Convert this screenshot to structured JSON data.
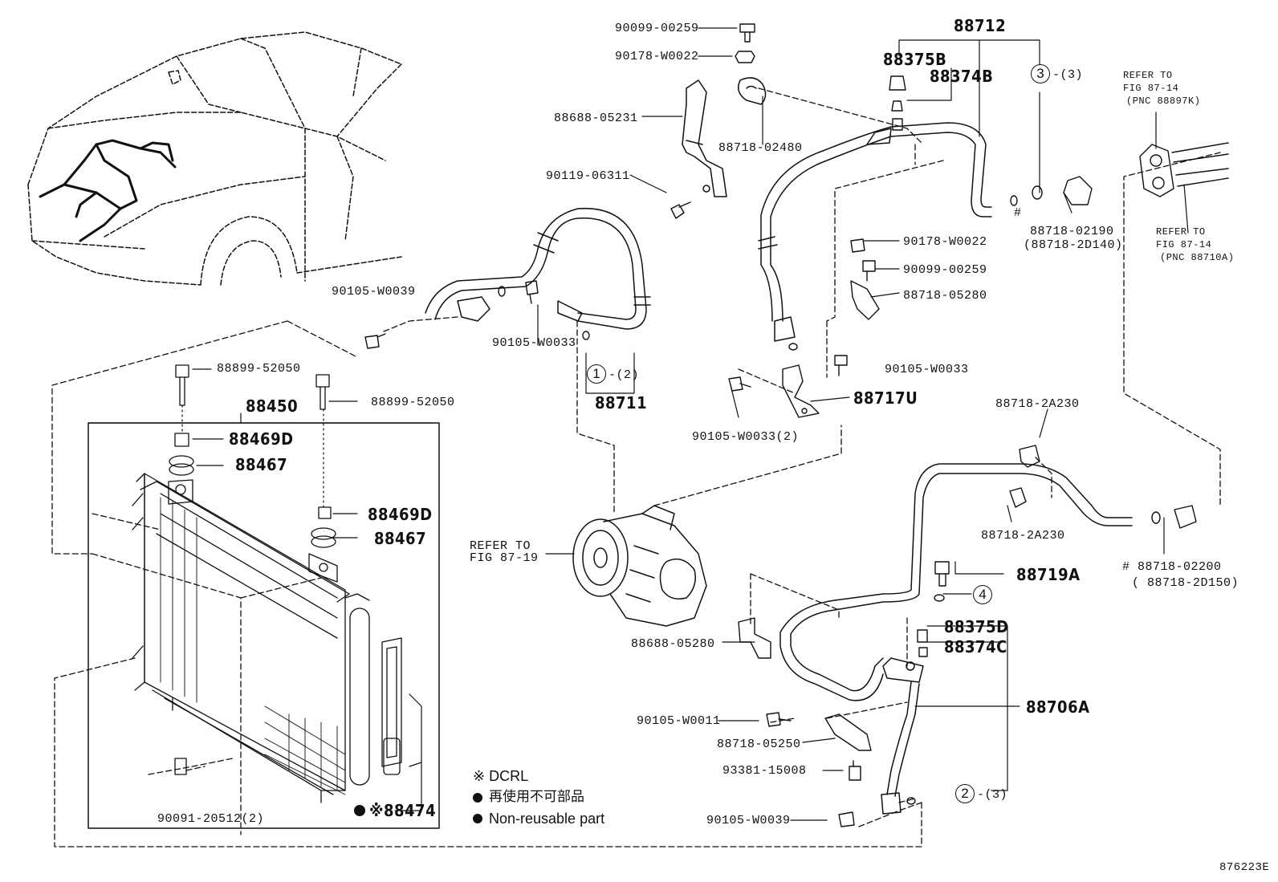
{
  "parts": {
    "p90099_top": "90099-00259",
    "p90178_top": "90178-W0022",
    "p88712": "88712",
    "p88375B": "88375B",
    "p88374B": "88374B",
    "p88688_05231": "88688-05231",
    "p88718_02480": "88718-02480",
    "p90119": "90119-06311",
    "p90178_mid": "90178-W0022",
    "p90099_mid": "90099-00259",
    "p88718_05280": "88718-05280",
    "p88718_02190": "88718-02190",
    "p88718_2D140": "(88718-2D140)",
    "p90105_W0039_top": "90105-W0039",
    "p90105_W0033_a": "90105-W0033",
    "p90105_W0033_b": "90105-W0033",
    "p90105_W0033_2": "90105-W0033(2)",
    "p88711": "88711",
    "p88717U": "88717U",
    "p88899_a": "88899-52050",
    "p88899_b": "88899-52050",
    "p88450": "88450",
    "p88469D_a": "88469D",
    "p88467_a": "88467",
    "p88469D_b": "88469D",
    "p88467_b": "88467",
    "p88718_2A230_a": "88718-2A230",
    "p88718_2A230_b": "88718-2A230",
    "p88719A": "88719A",
    "p88718_02200": "# 88718-02200",
    "p88718_2D150": "( 88718-2D150)",
    "p88375D": "88375D",
    "p88374C": "88374C",
    "p88706A": "88706A",
    "p88688_05280": "88688-05280",
    "p90105_W0011": "90105-W0011",
    "p88718_05250": "88718-05250",
    "p93381": "93381-15008",
    "p90105_W0039_bot": "90105-W0039",
    "p90091": "90091-20512(2)",
    "p88474": "※88474"
  },
  "refs": {
    "ref_fig87_19_a": "REFER TO",
    "ref_fig87_19_b": "FIG 87-19",
    "ref_87_14k_a": "REFER TO",
    "ref_87_14k_b": "FIG 87-14",
    "ref_87_14k_c": "(PNC 88897K)",
    "ref_87_14a_a": "REFER TO",
    "ref_87_14a_b": "FIG 87-14",
    "ref_87_14a_c": "(PNC 88710A)"
  },
  "callouts": {
    "c1": "1",
    "c1q": "-(2)",
    "c2": "2",
    "c2q": "-(3)",
    "c3": "3",
    "c3q": "-(3)",
    "c4": "4",
    "hash_a": "#"
  },
  "legend": {
    "dcrl": "※ DCRL",
    "reuse_jp": "再使用不可部品",
    "nonreusable": "Non-reusable part"
  },
  "figure_id": "876223E"
}
